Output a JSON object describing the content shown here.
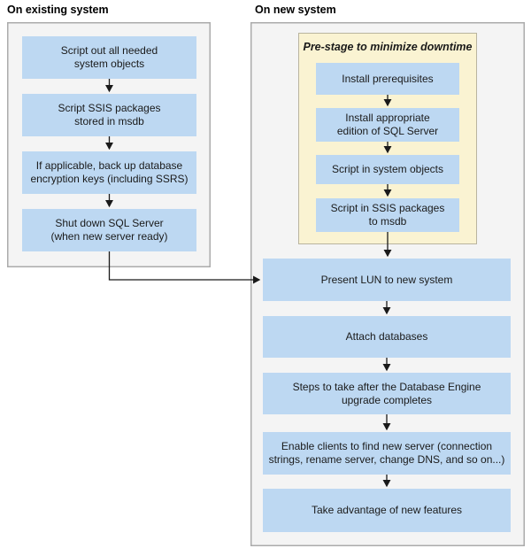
{
  "colors": {
    "step_blue": "#bdd8f2",
    "prestage_yellow": "#faf3d2",
    "panel_gray": "#f4f4f4",
    "panel_border": "#ababab",
    "prestage_border": "#b9b49f",
    "arrow": "#1a1a1a",
    "text": "#1a1a1a"
  },
  "existing_system": {
    "heading": "On existing system",
    "steps": [
      "Script out all needed\nsystem objects",
      "Script SSIS packages\nstored in msdb",
      "If applicable, back up database\nencryption keys (including SSRS)",
      "Shut down SQL Server\n(when new server ready)"
    ]
  },
  "new_system": {
    "heading": "On new system",
    "prestage": {
      "title": "Pre-stage to minimize downtime",
      "steps": [
        "Install prerequisites",
        "Install appropriate\nedition of SQL Server",
        "Script in system objects",
        "Script in SSIS packages\nto msdb"
      ]
    },
    "steps": [
      "Present LUN to new system",
      "Attach databases",
      "Steps to take after the Database Engine\nupgrade completes",
      "Enable clients to find new server (connection\nstrings, rename server, change DNS, and so on...)",
      "Take advantage of new features"
    ]
  }
}
